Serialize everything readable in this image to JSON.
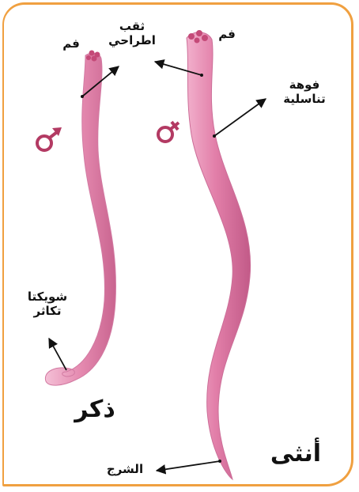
{
  "colors": {
    "frame": "#f0a040",
    "worm_body": "#e58ab0",
    "worm_shade": "#c8648f",
    "worm_light": "#f6c3d8",
    "symbol": "#b33a63",
    "pore": "#c44a78"
  },
  "male": {
    "title": "ذكر",
    "mouth_label": "فم",
    "excretory_pore_label": "ثقب\nاطراحي",
    "spicules_label": "شويكتا\nتكاثر",
    "symbol_icon": "male-symbol"
  },
  "female": {
    "title": "أنثى",
    "mouth_label": "فم",
    "genital_pore_label": "فوهة\nتناسلية",
    "anus_label": "الشرج",
    "symbol_icon": "female-symbol"
  }
}
